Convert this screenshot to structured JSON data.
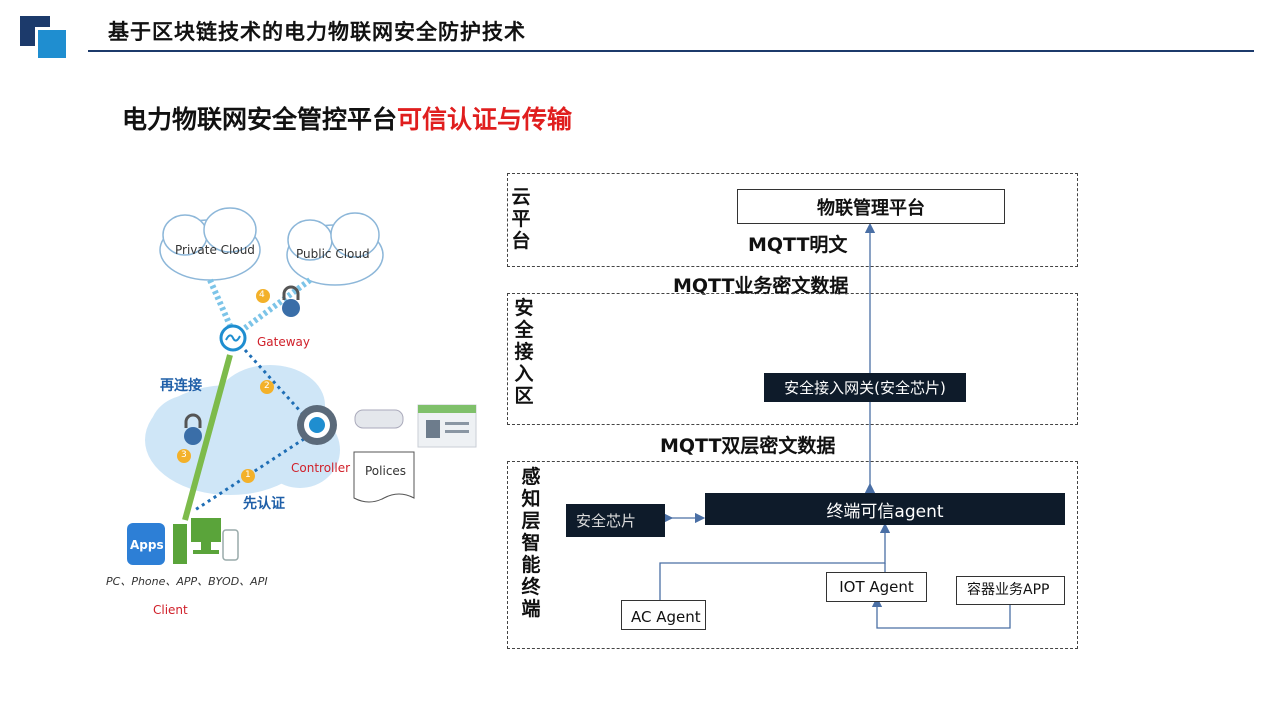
{
  "header": {
    "title": "基于区块链技术的电力物联网安全防护技术"
  },
  "subtitle": {
    "main": "电力物联网安全管控平台",
    "highlight": "可信认证与传输"
  },
  "colors": {
    "navy": "#1c3a6b",
    "accent_blue": "#1f8ed0",
    "highlight_red": "#e01e1e",
    "dark_box": "#0e1b2a",
    "arrow_blue": "#4a6fa5"
  },
  "network": {
    "private_cloud": "Private Cloud",
    "public_cloud": "Public Cloud",
    "gateway": "Gateway",
    "reconnect": "再连接",
    "controller": "Controller",
    "policies": "Polices",
    "first_auth": "先认证",
    "apps": "Apps",
    "client_types": "PC、Phone、APP、BYOD、API",
    "client": "Client",
    "steps": [
      "1",
      "2",
      "3",
      "4"
    ]
  },
  "architecture": {
    "cloud_zone": {
      "label": "云平台",
      "platform": "物联管理平台",
      "mqtt_plain": "MQTT明文"
    },
    "mqtt_business_cipher": "MQTT业务密文数据",
    "access_zone": {
      "label": "安全接入区",
      "gateway": "安全接入网关(安全芯片)"
    },
    "mqtt_double_cipher": "MQTT双层密文数据",
    "perception_zone": {
      "label": "感知层智能终端",
      "security_chip": "安全芯片",
      "trusted_agent": "终端可信agent",
      "iot_agent": "IOT Agent",
      "container_app": "容器业务APP",
      "ac_agent": "AC Agent"
    }
  }
}
